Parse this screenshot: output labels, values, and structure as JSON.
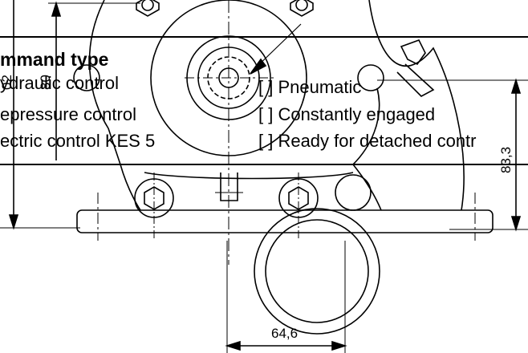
{
  "command_panel": {
    "title": "mmand type",
    "options_left": [
      "ydraulic control",
      "epressure control",
      "ectric control KES 5"
    ],
    "options_right": [
      "[ ]  Pneumatic",
      "[ ]  Constantly engaged",
      "[ ]  Ready for detached contr"
    ]
  },
  "dimensions": {
    "bottom": "64,6",
    "right": "83,3",
    "left_inner": "80",
    "left_outer": "02"
  }
}
